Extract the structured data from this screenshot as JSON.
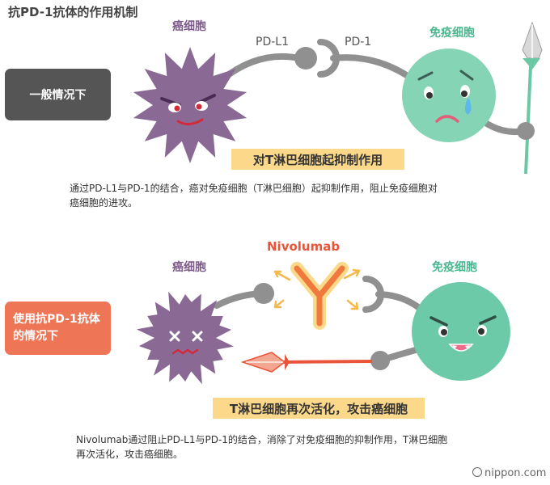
{
  "title": "抗PD-1抗体的作用机制",
  "case1": {
    "label": "一般情况下",
    "cancer_label": "癌细胞",
    "immune_label": "免疫细胞",
    "ligand_label": "PD-L1",
    "receptor_label": "PD-1",
    "banner": "对T淋巴细胞起抑制作用",
    "caption_line1": "通过PD-L1与PD-1的结合，癌对免疫细胞（T淋巴细胞）起抑制作用，阻止免疫细胞对",
    "caption_line2": "癌细胞的进攻。"
  },
  "case2": {
    "label_line1": "使用抗PD-1抗体",
    "label_line2": "的情况下",
    "cancer_label": "癌细胞",
    "immune_label": "免疫细胞",
    "drug_label": "Nivolumab",
    "banner": "T淋巴细胞再次活化，攻击癌细胞",
    "caption_line1": "Nivolumab通过阻止PD-L1与PD-1的结合，消除了对免疫细胞的抑制作用，T淋巴细胞",
    "caption_line2": "再次活化，攻击癌细胞。"
  },
  "brand": "nippon.com",
  "colors": {
    "cancer_cell": "#8a6a95",
    "immune_cell": "#86d4b6",
    "connector": "#909090",
    "banner": "#fcd98a",
    "label_normal": "#555555",
    "label_drug": "#ee7656",
    "antibody": "#f0793e",
    "spear": "#6cc7a5"
  }
}
